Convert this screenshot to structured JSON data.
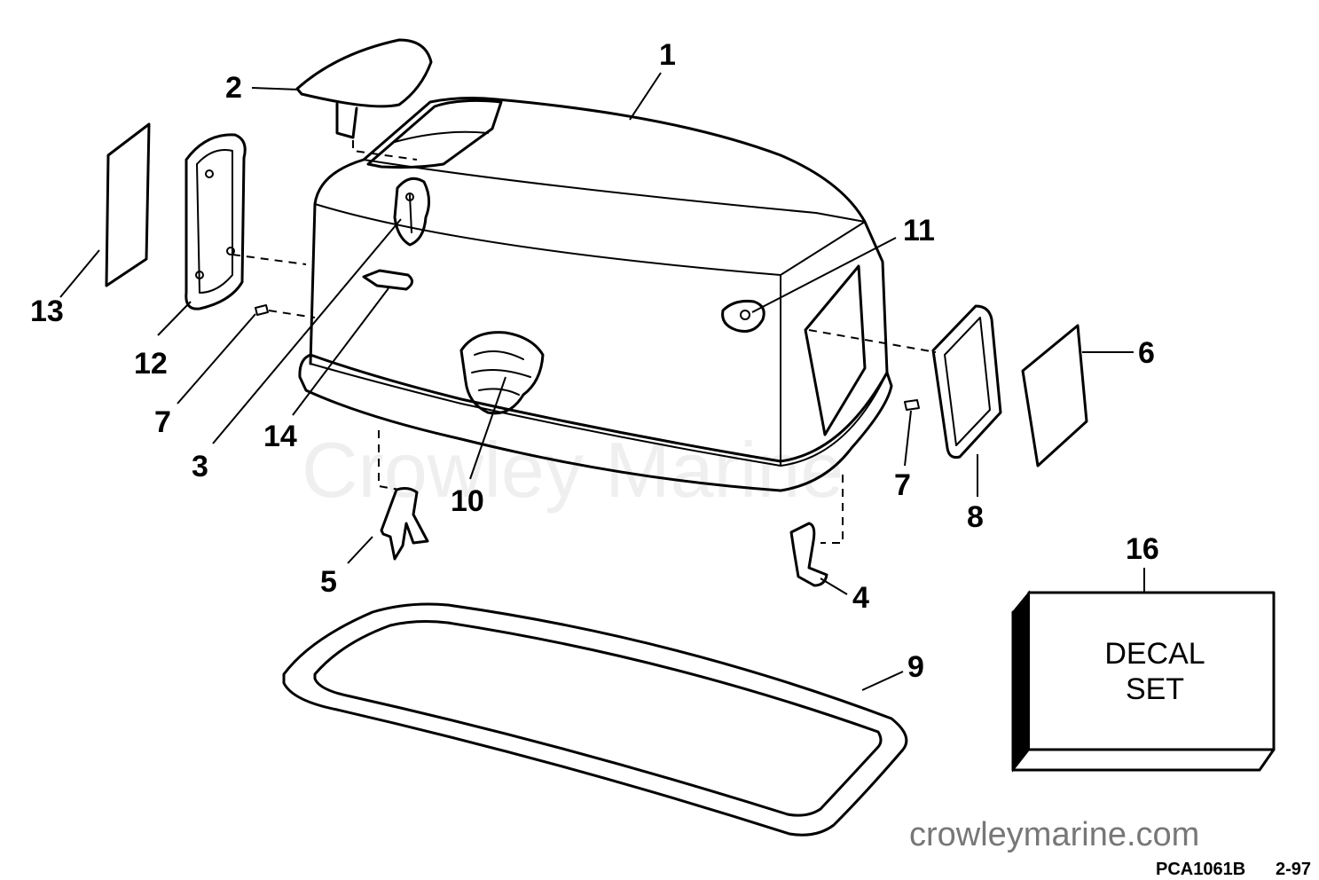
{
  "diagram": {
    "callouts": [
      {
        "id": "1",
        "label": "1"
      },
      {
        "id": "2",
        "label": "2"
      },
      {
        "id": "3",
        "label": "3"
      },
      {
        "id": "4",
        "label": "4"
      },
      {
        "id": "5",
        "label": "5"
      },
      {
        "id": "6",
        "label": "6"
      },
      {
        "id": "7a",
        "label": "7"
      },
      {
        "id": "7b",
        "label": "7"
      },
      {
        "id": "8",
        "label": "8"
      },
      {
        "id": "9",
        "label": "9"
      },
      {
        "id": "10",
        "label": "10"
      },
      {
        "id": "11",
        "label": "11"
      },
      {
        "id": "12",
        "label": "12"
      },
      {
        "id": "13",
        "label": "13"
      },
      {
        "id": "14",
        "label": "14"
      },
      {
        "id": "16",
        "label": "16"
      }
    ],
    "decal_box": {
      "line1": "DECAL",
      "line2": "SET"
    },
    "watermark": "Crowley Marine",
    "site": "crowleymarine.com",
    "drawing_code": "PCA1061B",
    "date_code": "2-97"
  }
}
